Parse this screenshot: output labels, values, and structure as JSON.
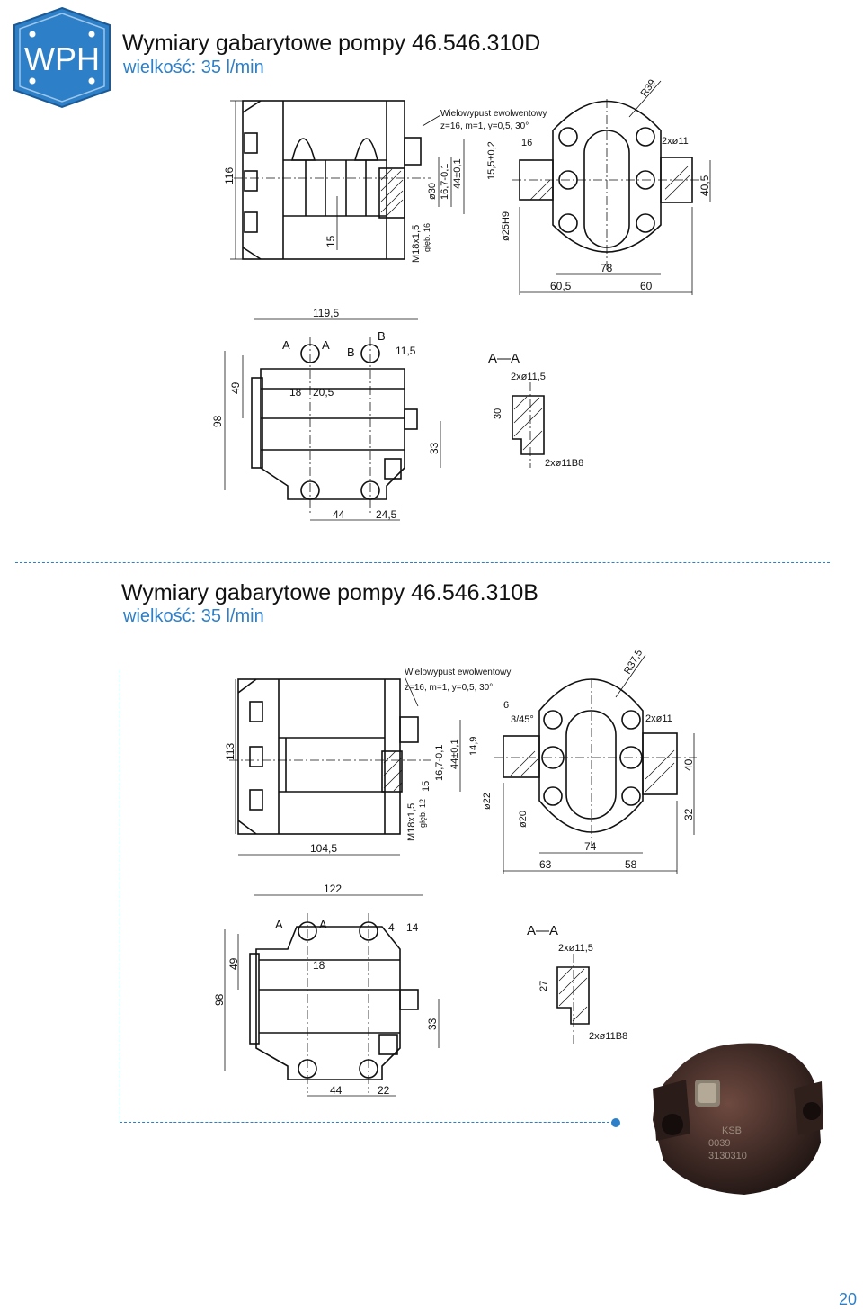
{
  "logo": {
    "text": "WPH",
    "color": "#2d80c8"
  },
  "sections": [
    {
      "title": "Wymiary gabarytowe pompy 46.546.310D",
      "subtitle": "wielkość: 35 l/min",
      "side_view": {
        "spline_note_1": "Wielowypust ewolwentowy",
        "spline_note_2": "z=16, m=1, y=0,5, 30°",
        "dims": {
          "height": "116",
          "d15": "15",
          "thread": "M18x1,5",
          "depth": "głęb. 16",
          "dia30": "ø30",
          "d167": "16,7-0,1",
          "d44": "44±0,1"
        }
      },
      "front_view": {
        "dims": {
          "r": "R39",
          "d155": "15,5±0,2",
          "d16": "16",
          "holes": "2xø11",
          "d405": "40,5",
          "dia25": "ø25H9",
          "d78": "78",
          "d605": "60,5",
          "d60": "60"
        }
      },
      "top_view": {
        "dims": {
          "w": "119,5",
          "a1": "A",
          "a2": "A",
          "b1": "B",
          "b2": "B",
          "d115": "11,5",
          "d49": "49",
          "d98": "98",
          "d18": "18",
          "d205": "20,5",
          "d33": "33",
          "d44": "44",
          "d245": "24,5"
        }
      },
      "section_view": {
        "label": "A—A",
        "dims": {
          "top": "2xø11,5",
          "h": "30",
          "bottom": "2xø11B8"
        }
      }
    },
    {
      "title": "Wymiary gabarytowe pompy 46.546.310B",
      "subtitle": "wielkość: 35 l/min",
      "side_view": {
        "spline_note_1": "Wielowypust ewolwentowy",
        "spline_note_2": "z=16, m=1, y=0,5, 30°",
        "dims": {
          "height": "113",
          "d15": "15",
          "thread": "M18x1,5",
          "depth": "głęb. 12",
          "d167": "16,7-0,1",
          "d44": "44±0,1",
          "d1045": "104,5"
        }
      },
      "front_view": {
        "dims": {
          "r": "R37,5",
          "d6": "6",
          "chamfer": "3/45°",
          "holes": "2xø11",
          "d149": "14,9",
          "dia22": "ø22",
          "dia20": "ø20",
          "d40": "40",
          "d32": "32",
          "d74": "74",
          "d63": "63",
          "d58": "58"
        }
      },
      "top_view": {
        "dims": {
          "w": "122",
          "a1": "A",
          "a2": "A",
          "d4": "4",
          "d14": "14",
          "d49": "49",
          "d98": "98",
          "d18": "18",
          "d33": "33",
          "d44": "44",
          "d22": "22"
        }
      },
      "section_view": {
        "label": "A—A",
        "dims": {
          "top": "2xø11,5",
          "h": "27",
          "bottom": "2xø11B8"
        }
      }
    }
  ],
  "photo_markings": {
    "line1": "KSB",
    "line2": "0039",
    "line3": "3130310"
  },
  "page_number": "20",
  "colors": {
    "accent": "#2d80c8",
    "drawing": "#111111"
  }
}
